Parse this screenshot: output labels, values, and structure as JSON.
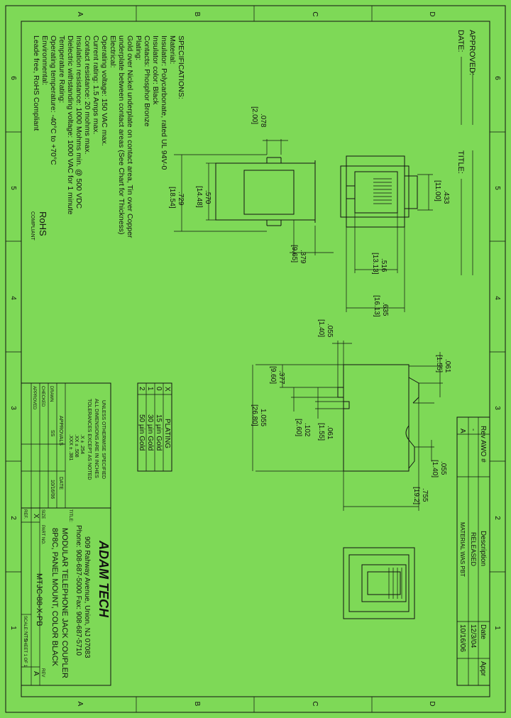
{
  "border": {
    "top_letters": [
      "A",
      "B",
      "C",
      "D"
    ],
    "bottom_letters": [
      "A",
      "B",
      "C",
      "D"
    ],
    "left_numbers": [
      "6",
      "5",
      "4",
      "3",
      "2",
      "1"
    ],
    "right_numbers": [
      "6",
      "5",
      "4",
      "3",
      "2",
      "1"
    ]
  },
  "approval": {
    "approved": "APPROVED:",
    "date": "DATE:",
    "title": "TITLE:"
  },
  "specs": {
    "heading": "SPECIFICATIONS:",
    "material": "Material:",
    "insulator": "Insulator: Polycarbonate, rated UL 94V-0",
    "insulator_color": "Insulator color: Black",
    "contacts": "Contacts: Phosphor Bronze",
    "plating": "Plating:",
    "plating1": "Gold over Nickel underplate on contact area, Tin over Copper",
    "plating2": "underplate between contact areas (See Chart for Thickness)",
    "electrical": "Electrical:",
    "voltage": "Operating voltage: 150 VAC max.",
    "current": "Current rating: 1.5 Amps max.",
    "contact_res": "Contact resistance: 20 mohms max.",
    "insul_res": "Insulation resistance: 1000 Mohms min. @ 500 VDC",
    "dielectric": "Dielectric withstanding voltage: 1000 VAC for 1 minute",
    "temp_rating": "Temperature Rating:",
    "op_temp": "Operating temperature: -40°C to +70°C",
    "env": "Environmental:",
    "rohs": "Leade free, RoHS Compliant",
    "rohs_logo1": "RoHS",
    "rohs_logo2": "COMPLIANT"
  },
  "dimensions": {
    "d078": ".078",
    "d078mm": "[2.00]",
    "d570": ".570",
    "d570mm": "[14.48]",
    "d729": ".729",
    "d729mm": "[18.54]",
    "d379": ".379",
    "d379mm": "[9.65]",
    "d433": ".433",
    "d433mm": "[11.00]",
    "d516": ".516",
    "d516mm": "[13.13]",
    "d635": ".635",
    "d635mm": "[16.13]",
    "d055a": ".055",
    "d055amm": "[1.40]",
    "d377": ".377",
    "d377mm": "[9.60]",
    "d1055": "1.055",
    "d1055mm": "[26.80]",
    "d102": ".102",
    "d102mm": "[2.60]",
    "d061a": ".061",
    "d061amm": "[1.55]",
    "d061b": ".061",
    "d061bmm": "[1.55]",
    "d055b": ".055",
    "d055bmm": "[1.40]",
    "d755": ".755",
    "d755mm": "[19.2]"
  },
  "plating_table": {
    "headers": [
      "X",
      "PLATING"
    ],
    "rows": [
      [
        "0",
        "15 µin Gold"
      ],
      [
        "1",
        "30 µin Gold"
      ],
      [
        "2",
        "50 µin Gold"
      ]
    ]
  },
  "revision": {
    "headers": {
      "rev": "Rev",
      "awo": "AWO #",
      "desc": "Description",
      "date": "Date",
      "appr": "Appr"
    },
    "rows": [
      {
        "rev": "-",
        "awo": "",
        "desc": "RELEASED",
        "date": "12/3/04",
        "appr": ""
      },
      {
        "rev": "A",
        "awo": "",
        "desc": "MATERIAL WAS PBT",
        "date": "10/16/06",
        "appr": ""
      }
    ]
  },
  "tolerance": {
    "l1": "UNLESS OTHERWISE SPECIFIED",
    "l2": "ALL DIMENSIONS ARE IN INCHES",
    "l3": "TOLERANCES EXCEPT AS NOTED",
    "l4": ".X ± .254",
    "l5": ".XX ± .508",
    "l6": ".XXX ± .381",
    "approvals": "APPROVALS",
    "date_h": "DATE",
    "drawn": "DRAWN",
    "drawn_by": "SS",
    "drawn_date": "10/16/06",
    "checked": "CHECKED",
    "approved": "APPROVED"
  },
  "title_block": {
    "company": "ADAM TECH",
    "address": "909 Rahway Avenue, Union, NJ 07083",
    "phone": "Phone: 908-687-5000 Fax: 908-687-5710",
    "title_label": "TITLE:",
    "title1": "MODULAR TELEPHONE JACK COUPLER",
    "title2": "8P8C, PANEL MOUNT, COLOR BLACK",
    "size_label": "SIZE",
    "size": "X",
    "part_label": "PART NO.",
    "part_no": "MTJC-88-X-PB",
    "rev_label": "REV",
    "rev": "A",
    "ref_label": "REF.",
    "scale_label": "SCALE:",
    "scale": "NTS",
    "sheet_label": "SHEET 1 OF 1"
  }
}
